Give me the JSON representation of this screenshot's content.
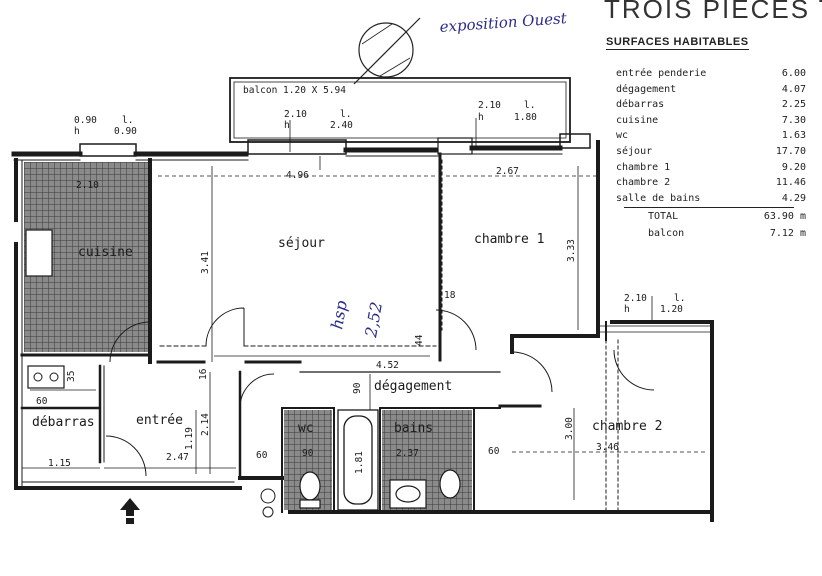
{
  "header": {
    "title": "TROIS PIECES TE",
    "surfaces_title": "SURFACES HABITABLES",
    "exposition_note": "exposition Ouest"
  },
  "surfaces": {
    "rows": [
      {
        "label": "entrée penderie",
        "value": "6.00"
      },
      {
        "label": "dégagement",
        "value": "4.07"
      },
      {
        "label": "débarras",
        "value": "2.25"
      },
      {
        "label": "cuisine",
        "value": "7.30"
      },
      {
        "label": "wc",
        "value": "1.63"
      },
      {
        "label": "séjour",
        "value": "17.70"
      },
      {
        "label": "chambre 1",
        "value": "9.20"
      },
      {
        "label": "chambre 2",
        "value": "11.46"
      },
      {
        "label": "salle de bains",
        "value": "4.29"
      }
    ],
    "total_label": "TOTAL",
    "total_value": "63.90 m",
    "balcon_label": "balcon",
    "balcon_value": "7.12 m"
  },
  "rooms": {
    "sejour": "séjour",
    "chambre1": "chambre 1",
    "chambre2": "chambre 2",
    "degagement": "dégagement",
    "cuisine": "cuisine",
    "entree": "entrée",
    "debarras": "débarras",
    "wc": "wc",
    "bains": "bains"
  },
  "handwritten": {
    "hsp": "hsp",
    "height": "2,52"
  },
  "dimensions": {
    "balcon": "balcon 1.20 X 5.94",
    "win_kitchen_h": "0.90",
    "win_kitchen_h_prefix": "h",
    "win_kitchen_l": "0.90",
    "win_kitchen_l_prefix": "l.",
    "win_sejour_h": "2.10",
    "win_sejour_h_prefix": "h",
    "win_sejour_l": "2.40",
    "win_sejour_l_prefix": "l.",
    "win_ch1_h": "2.10",
    "win_ch1_h_prefix": "h",
    "win_ch1_l": "1.80",
    "win_ch1_l_prefix": "l.",
    "win_ch2_h": "2.10",
    "win_ch2_h_prefix": "h",
    "win_ch2_l": "1.20",
    "win_ch2_l_prefix": "l.",
    "kitchen_width": "2.10",
    "sejour_width": "4.96",
    "ch1_width": "2.67",
    "sejour_depth": "3.41",
    "ch1_depth": "3.33",
    "deg_length": "4.52",
    "d18": "18",
    "d44": "44",
    "d16": "16",
    "d35": "35",
    "d60_deb": "60",
    "d90": "90",
    "deb_width": "1.15",
    "entree_width": "2.47",
    "d119": "1.19",
    "d214": "2.14",
    "wc_door": "60",
    "wc_width": "90",
    "bath_len": "1.81",
    "bains_width": "2.37",
    "ch2_door": "60",
    "ch2_depth": "3.00",
    "ch2_width": "3.46"
  },
  "colors": {
    "ink": "#1b1b1b",
    "tile": "#6e6e6e",
    "handwriting": "#2b2b8a"
  }
}
